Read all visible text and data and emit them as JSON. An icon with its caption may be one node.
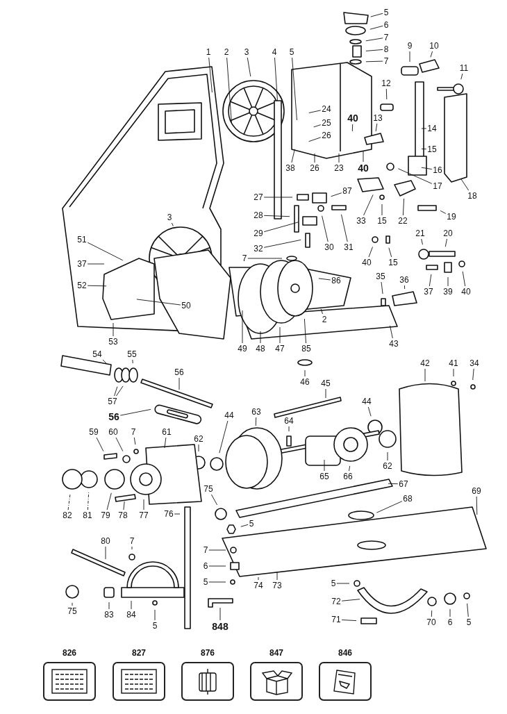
{
  "diagram": {
    "nodes": [
      {
        "text": [
          "5"
        ]
      },
      {
        "text": [
          "6"
        ]
      },
      {
        "text": [
          "7"
        ]
      },
      {
        "text": [
          "8"
        ]
      },
      {
        "text": [
          "7"
        ]
      },
      {
        "text": [
          "1"
        ]
      },
      {
        "text": [
          "2"
        ]
      },
      {
        "text": [
          "3"
        ]
      },
      {
        "text": [
          "4"
        ]
      },
      {
        "text": [
          "5"
        ]
      },
      {
        "text": [
          "9"
        ]
      },
      {
        "text": [
          "10"
        ]
      },
      {
        "text": [
          "11"
        ]
      },
      {
        "text": [
          "12"
        ]
      },
      {
        "text": [
          "24"
        ]
      },
      {
        "text": [
          "25"
        ]
      },
      {
        "text": [
          "26"
        ]
      },
      {
        "text": [
          "40"
        ]
      },
      {
        "text": [
          "13"
        ]
      },
      {
        "text": [
          "14"
        ]
      },
      {
        "text": [
          "15"
        ]
      },
      {
        "text": [
          "38"
        ]
      },
      {
        "text": [
          "26"
        ]
      },
      {
        "text": [
          "23"
        ]
      },
      {
        "text": [
          "40"
        ]
      },
      {
        "text": [
          "16"
        ]
      },
      {
        "text": [
          "17"
        ]
      },
      {
        "text": [
          "18"
        ]
      },
      {
        "text": [
          "27"
        ]
      },
      {
        "text": [
          "87"
        ]
      },
      {
        "text": [
          "28"
        ]
      },
      {
        "text": [
          "30"
        ]
      },
      {
        "text": [
          "31"
        ]
      },
      {
        "text": [
          "29"
        ]
      },
      {
        "text": [
          "32"
        ]
      },
      {
        "text": [
          "7"
        ]
      },
      {
        "text": [
          "33"
        ]
      },
      {
        "text": [
          "15"
        ]
      },
      {
        "text": [
          "22"
        ]
      },
      {
        "text": [
          "19"
        ]
      },
      {
        "text": [
          "21"
        ]
      },
      {
        "text": [
          "20"
        ]
      },
      {
        "text": [
          "40"
        ]
      },
      {
        "text": [
          "15"
        ]
      },
      {
        "text": [
          "35"
        ]
      },
      {
        "text": [
          "36"
        ]
      },
      {
        "text": [
          "37"
        ]
      },
      {
        "text": [
          "39"
        ]
      },
      {
        "text": [
          "40"
        ]
      },
      {
        "text": [
          "86"
        ]
      },
      {
        "text": [
          "3"
        ]
      },
      {
        "text": [
          "51"
        ]
      },
      {
        "text": [
          "37"
        ]
      },
      {
        "text": [
          "52"
        ]
      },
      {
        "text": [
          "50"
        ]
      },
      {
        "text": [
          "53"
        ]
      },
      {
        "text": [
          "2"
        ]
      },
      {
        "text": [
          "49"
        ]
      },
      {
        "text": [
          "48"
        ]
      },
      {
        "text": [
          "47"
        ]
      },
      {
        "text": [
          "85"
        ]
      },
      {
        "text": [
          "43"
        ]
      },
      {
        "text": [
          "46"
        ]
      },
      {
        "text": [
          "54"
        ]
      },
      {
        "text": [
          "55"
        ]
      },
      {
        "text": [
          "57"
        ]
      },
      {
        "text": [
          "56"
        ]
      },
      {
        "text": [
          "56"
        ]
      },
      {
        "text": [
          "45"
        ]
      },
      {
        "text": [
          "42"
        ]
      },
      {
        "text": [
          "41"
        ]
      },
      {
        "text": [
          "34"
        ]
      },
      {
        "text": [
          "44"
        ]
      },
      {
        "text": [
          "44"
        ]
      },
      {
        "text": [
          "63"
        ]
      },
      {
        "text": [
          "64"
        ]
      },
      {
        "text": [
          "62"
        ]
      },
      {
        "text": [
          "65"
        ]
      },
      {
        "text": [
          "66"
        ]
      },
      {
        "text": [
          "62"
        ]
      },
      {
        "text": [
          "59"
        ]
      },
      {
        "text": [
          "60"
        ]
      },
      {
        "text": [
          "7"
        ]
      },
      {
        "text": [
          "61"
        ]
      },
      {
        "text": [
          "67"
        ]
      },
      {
        "text": [
          "68"
        ]
      },
      {
        "text": [
          "69"
        ]
      },
      {
        "text": [
          "75"
        ]
      },
      {
        "text": [
          "5"
        ]
      },
      {
        "text": [
          "82"
        ]
      },
      {
        "text": [
          "81"
        ]
      },
      {
        "text": [
          "79"
        ]
      },
      {
        "text": [
          "78"
        ]
      },
      {
        "text": [
          "77"
        ]
      },
      {
        "text": [
          "76"
        ]
      },
      {
        "text": [
          "80"
        ]
      },
      {
        "text": [
          "7"
        ]
      },
      {
        "text": [
          "75"
        ]
      },
      {
        "text": [
          "83"
        ]
      },
      {
        "text": [
          "84"
        ]
      },
      {
        "text": [
          "5"
        ]
      },
      {
        "text": [
          "848"
        ]
      },
      {
        "text": [
          "7"
        ]
      },
      {
        "text": [
          "6"
        ]
      },
      {
        "text": [
          "5"
        ]
      },
      {
        "text": [
          "74"
        ]
      },
      {
        "text": [
          "73"
        ]
      },
      {
        "text": [
          "5"
        ]
      },
      {
        "text": [
          "72"
        ]
      },
      {
        "text": [
          "71"
        ]
      },
      {
        "text": [
          "70"
        ]
      },
      {
        "text": [
          "6"
        ]
      },
      {
        "text": [
          "5"
        ]
      },
      {
        "text": [
          "826"
        ]
      },
      {
        "text": [
          "827"
        ]
      },
      {
        "text": [
          "876"
        ]
      },
      {
        "text": [
          "847"
        ]
      },
      {
        "text": [
          "846"
        ]
      }
    ],
    "edges": [
      {
        "from": 0,
        "to": null,
        "arrow": "none"
      },
      {
        "from": 1,
        "to": null,
        "arrow": "none"
      },
      {
        "from": 2,
        "to": null,
        "arrow": "none"
      },
      {
        "from": 3,
        "to": null,
        "arrow": "none"
      },
      {
        "from": 4,
        "to": null,
        "arrow": "none"
      },
      {
        "from": 5,
        "to": null,
        "arrow": "none"
      },
      {
        "from": 6,
        "to": null,
        "arrow": "none"
      },
      {
        "from": 7,
        "to": null,
        "arrow": "none"
      },
      {
        "from": 8,
        "to": null,
        "arrow": "none"
      },
      {
        "from": 9,
        "to": null,
        "arrow": "none"
      },
      {
        "from": 10,
        "to": null,
        "arrow": "none"
      },
      {
        "from": 11,
        "to": null,
        "arrow": "none"
      },
      {
        "from": 12,
        "to": null,
        "arrow": "none"
      },
      {
        "from": 13,
        "to": null,
        "arrow": "none"
      },
      {
        "from": 14,
        "to": null,
        "arrow": "none"
      },
      {
        "from": 15,
        "to": null,
        "arrow": "none"
      },
      {
        "from": 16,
        "to": null,
        "arrow": "none"
      },
      {
        "from": 17,
        "to": null,
        "arrow": "none"
      },
      {
        "from": 18,
        "to": null,
        "arrow": "none"
      },
      {
        "from": 19,
        "to": null,
        "arrow": "none"
      },
      {
        "from": 20,
        "to": null,
        "arrow": "none"
      },
      {
        "from": 21,
        "to": null,
        "arrow": "none"
      },
      {
        "from": 22,
        "to": null,
        "arrow": "none"
      },
      {
        "from": 23,
        "to": null,
        "arrow": "none"
      },
      {
        "from": 24,
        "to": null,
        "arrow": "none"
      },
      {
        "from": 25,
        "to": null,
        "arrow": "none"
      },
      {
        "from": 26,
        "to": null,
        "arrow": "none"
      },
      {
        "from": 27,
        "to": null,
        "arrow": "none"
      },
      {
        "from": 28,
        "to": null,
        "arrow": "none"
      },
      {
        "from": 29,
        "to": null,
        "arrow": "none"
      },
      {
        "from": 30,
        "to": null,
        "arrow": "none"
      },
      {
        "from": 31,
        "to": null,
        "arrow": "none"
      },
      {
        "from": 32,
        "to": null,
        "arrow": "none"
      },
      {
        "from": 33,
        "to": null,
        "arrow": "none"
      },
      {
        "from": 34,
        "to": null,
        "arrow": "none"
      },
      {
        "from": 35,
        "to": null,
        "arrow": "none"
      },
      {
        "from": 36,
        "to": null,
        "arrow": "none"
      },
      {
        "from": 37,
        "to": null,
        "arrow": "none"
      },
      {
        "from": 38,
        "to": null,
        "arrow": "none"
      },
      {
        "from": 39,
        "to": null,
        "arrow": "none"
      },
      {
        "from": 40,
        "to": null,
        "arrow": "none"
      },
      {
        "from": 41,
        "to": null,
        "arrow": "none"
      },
      {
        "from": 42,
        "to": null,
        "arrow": "none"
      },
      {
        "from": 43,
        "to": null,
        "arrow": "none"
      },
      {
        "from": 44,
        "to": null,
        "arrow": "none"
      },
      {
        "from": 45,
        "to": null,
        "arrow": "none"
      },
      {
        "from": 46,
        "to": null,
        "arrow": "none"
      },
      {
        "from": 47,
        "to": null,
        "arrow": "none"
      },
      {
        "from": 48,
        "to": null,
        "arrow": "none"
      },
      {
        "from": 49,
        "to": null,
        "arrow": "none"
      },
      {
        "from": 50,
        "to": null,
        "arrow": "none"
      },
      {
        "from": 51,
        "to": null,
        "arrow": "none"
      },
      {
        "from": 52,
        "to": null,
        "arrow": "none"
      },
      {
        "from": 53,
        "to": null,
        "arrow": "none"
      },
      {
        "from": 54,
        "to": null,
        "arrow": "none"
      },
      {
        "from": 55,
        "to": null,
        "arrow": "none"
      },
      {
        "from": 56,
        "to": null,
        "arrow": "none"
      },
      {
        "from": 57,
        "to": null,
        "arrow": "none"
      },
      {
        "from": 58,
        "to": null,
        "arrow": "none"
      },
      {
        "from": 59,
        "to": null,
        "arrow": "none"
      },
      {
        "from": 60,
        "to": null,
        "arrow": "none"
      },
      {
        "from": 61,
        "to": null,
        "arrow": "none"
      },
      {
        "from": 62,
        "to": null,
        "arrow": "none"
      },
      {
        "from": 63,
        "to": null,
        "arrow": "none"
      },
      {
        "from": 64,
        "to": null,
        "arrow": "none"
      },
      {
        "from": 65,
        "to": null,
        "arrow": "none"
      },
      {
        "from": 65,
        "to": null,
        "arrow": "none"
      },
      {
        "from": 66,
        "to": null,
        "arrow": "none"
      },
      {
        "from": 67,
        "to": null,
        "arrow": "none"
      },
      {
        "from": 68,
        "to": null,
        "arrow": "none"
      },
      {
        "from": 69,
        "to": null,
        "arrow": "none"
      },
      {
        "from": 70,
        "to": null,
        "arrow": "none"
      },
      {
        "from": 71,
        "to": null,
        "arrow": "none"
      },
      {
        "from": 72,
        "to": null,
        "arrow": "none"
      },
      {
        "from": 73,
        "to": null,
        "arrow": "none"
      },
      {
        "from": 74,
        "to": null,
        "arrow": "none"
      },
      {
        "from": 75,
        "to": null,
        "arrow": "none"
      },
      {
        "from": 76,
        "to": null,
        "arrow": "none"
      },
      {
        "from": 77,
        "to": null,
        "arrow": "none"
      },
      {
        "from": 78,
        "to": null,
        "arrow": "none"
      },
      {
        "from": 79,
        "to": null,
        "arrow": "none"
      },
      {
        "from": 80,
        "to": null,
        "arrow": "none"
      },
      {
        "from": 81,
        "to": null,
        "arrow": "none"
      },
      {
        "from": 82,
        "to": null,
        "arrow": "none"
      },
      {
        "from": 83,
        "to": null,
        "arrow": "none"
      },
      {
        "from": 84,
        "to": null,
        "arrow": "none"
      },
      {
        "from": 85,
        "to": null,
        "arrow": "none"
      },
      {
        "from": 86,
        "to": null,
        "arrow": "none"
      },
      {
        "from": 87,
        "to": null,
        "arrow": "none"
      },
      {
        "from": 88,
        "to": null,
        "arrow": "none"
      },
      {
        "from": 89,
        "to": null,
        "arrow": "none",
        "style": "dashed"
      },
      {
        "from": 90,
        "to": null,
        "arrow": "none",
        "style": "dashed"
      },
      {
        "from": 91,
        "to": null,
        "arrow": "none"
      },
      {
        "from": 92,
        "to": null,
        "arrow": "none"
      },
      {
        "from": 93,
        "to": null,
        "arrow": "none"
      },
      {
        "from": 94,
        "to": null,
        "arrow": "none"
      },
      {
        "from": 95,
        "to": null,
        "arrow": "none"
      },
      {
        "from": 96,
        "to": null,
        "arrow": "none"
      },
      {
        "from": 97,
        "to": null,
        "arrow": "none"
      },
      {
        "from": 98,
        "to": null,
        "arrow": "none"
      },
      {
        "from": 99,
        "to": null,
        "arrow": "none"
      },
      {
        "from": 100,
        "to": null,
        "arrow": "none"
      },
      {
        "from": 101,
        "to": null,
        "arrow": "none"
      },
      {
        "from": 102,
        "to": null,
        "arrow": "none"
      },
      {
        "from": 103,
        "to": null,
        "arrow": "none"
      },
      {
        "from": 104,
        "to": null,
        "arrow": "none"
      },
      {
        "from": 105,
        "to": null,
        "arrow": "none"
      },
      {
        "from": 106,
        "to": null,
        "arrow": "none"
      },
      {
        "from": 107,
        "to": null,
        "arrow": "none"
      },
      {
        "from": 108,
        "to": null,
        "arrow": "none"
      },
      {
        "from": 109,
        "to": null,
        "arrow": "none"
      },
      {
        "from": 110,
        "to": null,
        "arrow": "none"
      },
      {
        "from": 111,
        "to": null,
        "arrow": "none"
      },
      {
        "from": 112,
        "to": null,
        "arrow": "none"
      }
    ]
  }
}
